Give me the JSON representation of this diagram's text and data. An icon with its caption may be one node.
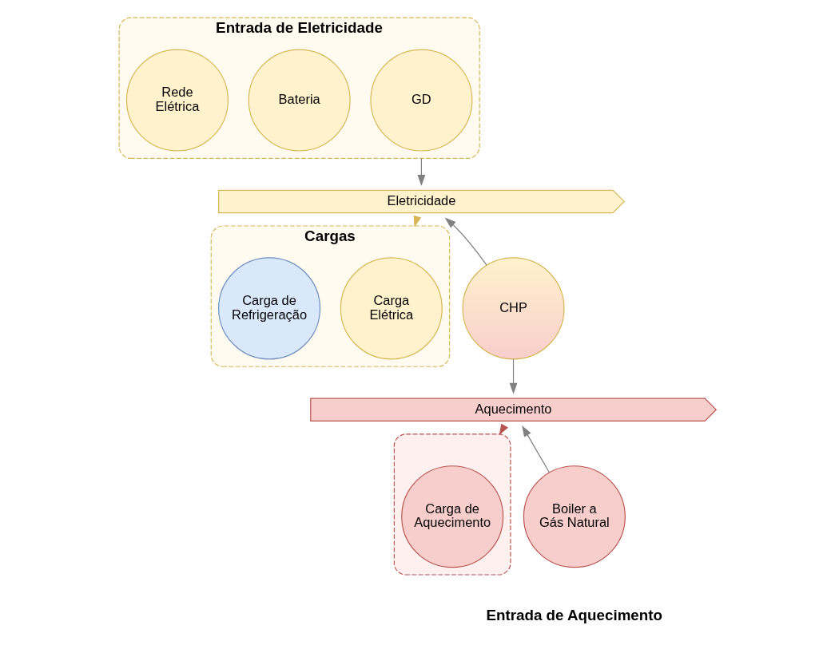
{
  "diagram": {
    "nodes": [
      {
        "text": [
          "Entrada de Eletricidade"
        ]
      },
      {
        "text": [
          "GD"
        ],
        "in": 0
      },
      {
        "text": [
          "Bateria"
        ],
        "in": 0
      },
      {
        "text": [
          "Rede Elétrica"
        ],
        "in": 0
      },
      {
        "text": [
          "Eletricidade"
        ]
      },
      {
        "text": [
          "Cargas"
        ]
      },
      {
        "text": [
          "Carga Elétrica"
        ],
        "in": 5
      },
      {
        "text": [
          "Carga de Refrigeração"
        ],
        "in": 5
      },
      {
        "text": [
          "CHP"
        ]
      },
      {
        "text": [
          "Aquecimento"
        ]
      },
      {
        "text": [],
        "shape": "box"
      },
      {
        "text": [
          "Carga de Aquecimento"
        ],
        "in": 10
      },
      {
        "text": [
          "Boiler a Gás Natural"
        ]
      }
    ],
    "edges": [
      {
        "from": 0,
        "to": 4,
        "arrow": "to"
      },
      {
        "from": 8,
        "to": 4,
        "arrow": "to"
      },
      {
        "from": 8,
        "to": 9,
        "arrow": "to"
      },
      {
        "from": 12,
        "to": 9,
        "arrow": "to"
      },
      {
        "from": 4,
        "to": 5,
        "arrow": "to",
        "color": "#d6b656"
      },
      {
        "from": 9,
        "to": 10,
        "arrow": "to",
        "color": "#b85450"
      }
    ],
    "labels": [
      "Entrada de Aquecimento"
    ]
  }
}
